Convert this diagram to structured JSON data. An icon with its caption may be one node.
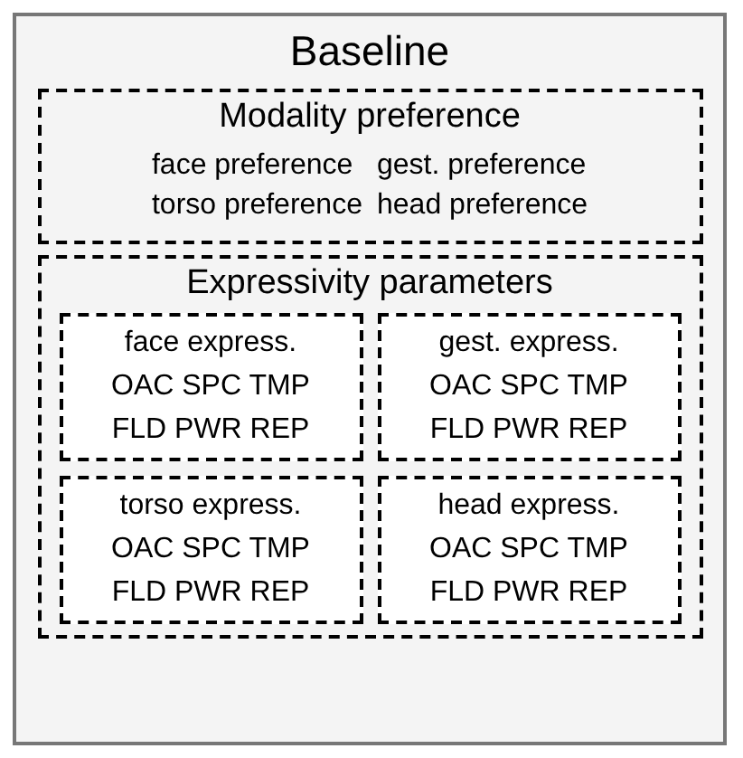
{
  "diagram": {
    "nodes": [
      {
        "text": [
          "Baseline"
        ]
      },
      {
        "text": [
          "Modality preference",
          "face preference",
          "gest. preference",
          "torso preference",
          "head preference"
        ],
        "in": 0
      },
      {
        "text": [
          "Expressivity parameters"
        ],
        "in": 0
      },
      {
        "text": [
          "face express.",
          "OAC SPC TMP FLD PWR REP"
        ],
        "in": 2
      },
      {
        "text": [
          "gest. express.",
          "OAC SPC TMP FLD PWR REP"
        ],
        "in": 2
      },
      {
        "text": [
          "torso express.",
          "OAC SPC TMP FLD PWR REP"
        ],
        "in": 2
      },
      {
        "text": [
          "head express.",
          "OAC SPC TMP FLD PWR REP"
        ],
        "in": 2
      }
    ]
  }
}
